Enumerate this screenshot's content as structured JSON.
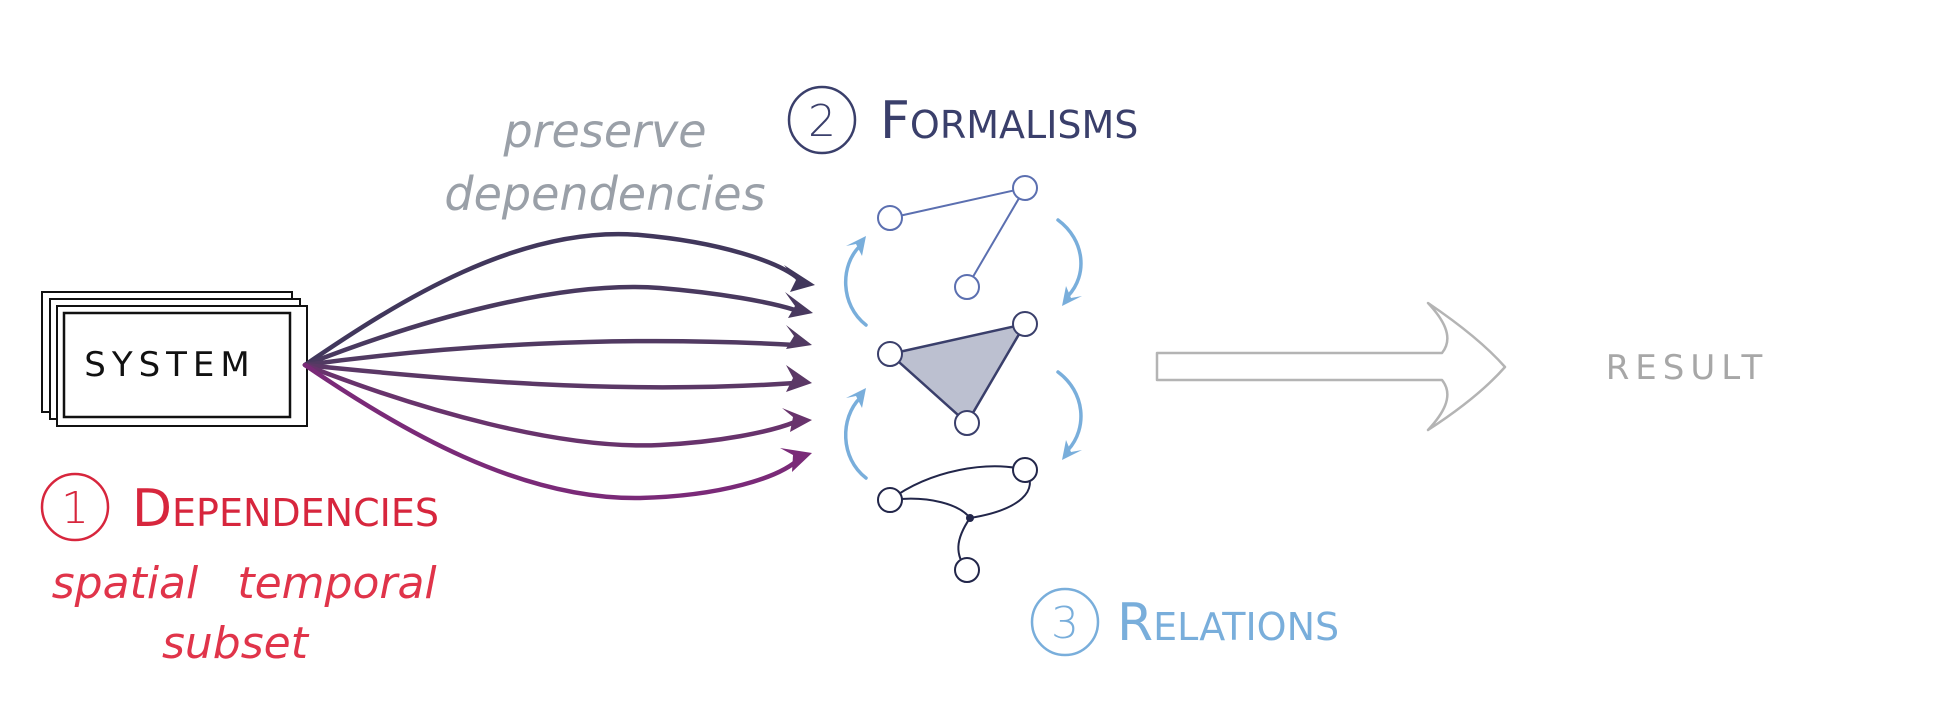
{
  "system": {
    "label": "SYSTEM"
  },
  "dependencies": {
    "number": "1",
    "title_initial": "D",
    "title_rest": "EPENDENCIES",
    "items": [
      "spatial",
      "temporal",
      "subset"
    ]
  },
  "formalisms": {
    "number": "2",
    "title_initial": "F",
    "title_rest": "ORMALISMS"
  },
  "relations": {
    "number": "3",
    "title_initial": "R",
    "title_rest": "ELATIONS"
  },
  "preserve_note": {
    "line1": "preserve",
    "line2": "dependencies"
  },
  "result": {
    "label": "RESULT"
  },
  "colors": {
    "dependencies_red": "#d7263d",
    "formalisms_navy": "#3a3f6b",
    "relations_blue": "#79aedb",
    "note_gray": "#9aa0a8",
    "result_gray": "#a7a7a7",
    "graph_blue": "#5b6fb0",
    "triangle_fill": "#bcc0d0",
    "arrow_dark": "#43385e",
    "arrow_magenta": "#7a2a78"
  }
}
